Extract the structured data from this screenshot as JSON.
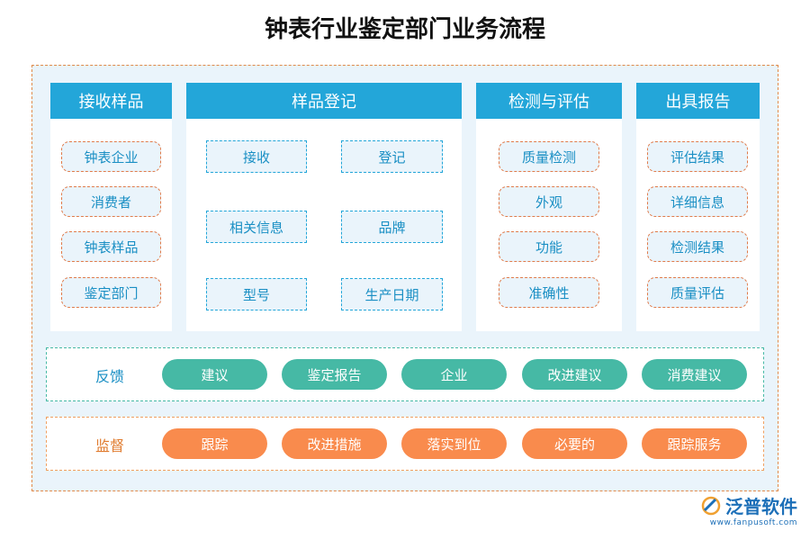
{
  "title": "钟表行业鉴定部门业务流程",
  "columns": [
    {
      "header": "接收样品",
      "items": [
        "钟表企业",
        "消费者",
        "钟表样品",
        "鉴定部门"
      ]
    },
    {
      "header": "样品登记",
      "items": [
        "接收",
        "登记",
        "相关信息",
        "品牌",
        "型号",
        "生产日期"
      ]
    },
    {
      "header": "检测与评估",
      "items": [
        "质量检测",
        "外观",
        "功能",
        "准确性"
      ]
    },
    {
      "header": "出具报告",
      "items": [
        "评估结果",
        "详细信息",
        "检测结果",
        "质量评估"
      ]
    }
  ],
  "feedback": {
    "label": "反馈",
    "color": "#46b9a5",
    "chips": [
      "建议",
      "鉴定报告",
      "企业",
      "改进建议",
      "消费建议"
    ]
  },
  "supervision": {
    "label": "监督",
    "color": "#f98b4d",
    "chips": [
      "跟踪",
      "改进措施",
      "落实到位",
      "必要的",
      "跟踪服务"
    ]
  },
  "logo": {
    "name": "泛普软件",
    "url": "www.fanpusoft.com"
  }
}
